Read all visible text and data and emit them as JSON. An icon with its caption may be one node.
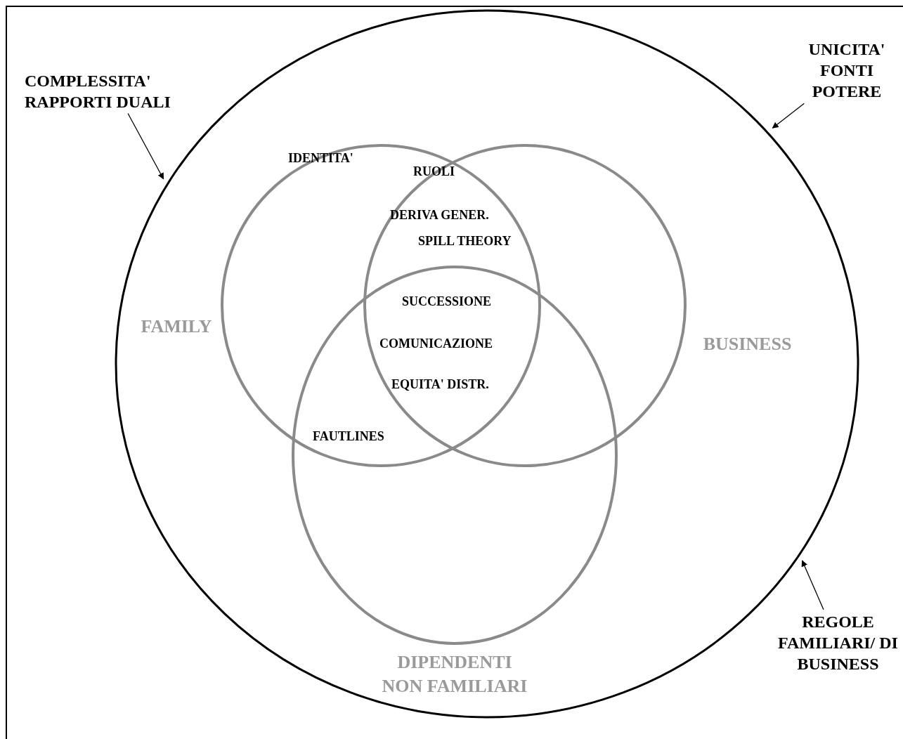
{
  "diagram": {
    "nodes": [
      {
        "text": [],
        "shape": "circle"
      },
      {
        "text": [
          "FAMILY"
        ],
        "in": 0
      },
      {
        "text": [
          "BUSINESS"
        ],
        "in": 0
      },
      {
        "text": [
          "DIPENDENTI NON FAMILIARI"
        ],
        "in": 0
      },
      {
        "text": [
          "COMPLESSITA' RAPPORTI DUALI"
        ]
      },
      {
        "text": [
          "UNICITA' FONTI POTERE"
        ]
      },
      {
        "text": [
          "REGOLE FAMILIARI/ DI BUSINESS"
        ]
      }
    ],
    "edges": [
      {
        "from": 4,
        "to": 0,
        "arrow": "to"
      },
      {
        "from": 5,
        "to": 0,
        "arrow": "to"
      },
      {
        "from": 6,
        "to": 0,
        "arrow": "to"
      }
    ],
    "labels": [
      "IDENTITA'",
      "RUOLI",
      "DERIVA GENER.",
      "SPILL THEORY",
      "SUCCESSIONE",
      "COMUNICAZIONE",
      "EQUITA' DISTR.",
      "FAUTLINES"
    ]
  }
}
